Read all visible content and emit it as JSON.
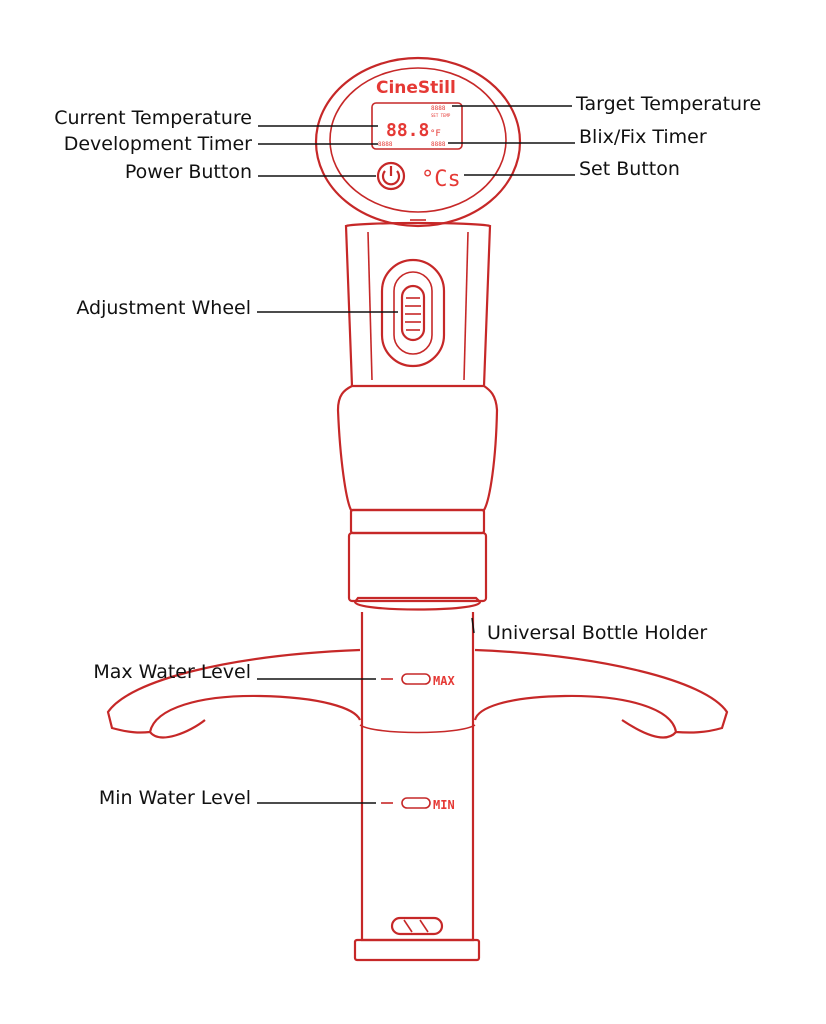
{
  "device": {
    "brand": "CineStill",
    "lcd_main_readout": "88.8",
    "lcd_unit": "°F",
    "lcd_small_readout": "8888",
    "lcd_set_temp_label": "SET TEMP",
    "set_button_glyph": "°Cs",
    "max_mark": "MAX",
    "min_mark": "MIN",
    "power_icon": "power-icon",
    "accent_color": "#c62828"
  },
  "labels": {
    "current_temperature": "Current Temperature",
    "development_timer": "Development Timer",
    "power_button": "Power Button",
    "target_temperature": "Target Temperature",
    "blix_fix_timer": "Blix/Fix Timer",
    "set_button": "Set Button",
    "adjustment_wheel": "Adjustment Wheel",
    "universal_bottle_holder": "Universal Bottle Holder",
    "max_water_level": "Max Water Level",
    "min_water_level": "Min Water Level"
  }
}
